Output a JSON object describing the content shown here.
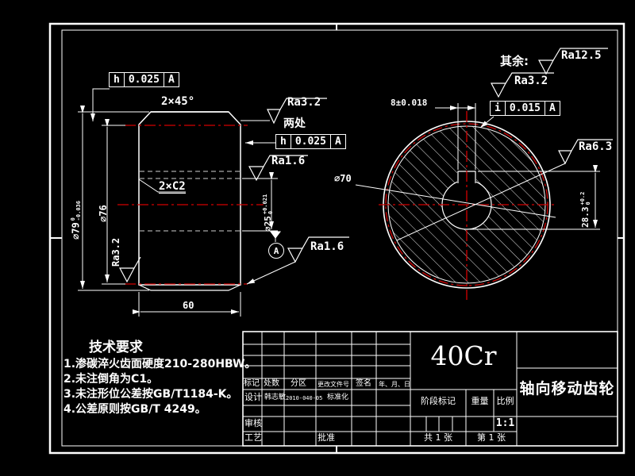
{
  "colors": {
    "background": "#000000",
    "line": "#ffffff",
    "centerline": "#d40000"
  },
  "left_view": {
    "frame1": {
      "sym": "h",
      "tol": "0.025",
      "datum": "A"
    },
    "chamfer": "2×45°",
    "ra32_top": "Ra3.2",
    "two_places": "两处",
    "frame2": {
      "sym": "h",
      "tol": "0.025",
      "datum": "A"
    },
    "ra16_upper": "Ra1.6",
    "chamfer2": "2×C2",
    "dia_outer": {
      "value": "∅79",
      "sup": "0",
      "sub": "-0.036"
    },
    "dia_pitch": "∅76",
    "ra32_side": "Ra3.2",
    "bore": {
      "value": "∅25",
      "sup": "+0.021",
      "sub": "0"
    },
    "datum_label": "A",
    "ra16_lower": "Ra1.6",
    "width": "60"
  },
  "right_view": {
    "rest": "其余:",
    "ra125": "Ra12.5",
    "ra32": "Ra3.2",
    "frame3": {
      "sym": "i",
      "tol": "0.015",
      "datum": "A"
    },
    "keyway_width": "8±0.018",
    "dia70": "∅70",
    "ra63": "Ra6.3",
    "keyway_depth": {
      "value": "28.3",
      "sup": "+0.2",
      "sub": "0"
    }
  },
  "tech_req": {
    "title": "技术要求",
    "items": [
      "1.渗碳淬火齿面硬度210-280HBW。",
      "2.未注倒角为C1。",
      "3.未注形位公差按GB/T1184-K。",
      "4.公差原则按GB/T 4249。"
    ]
  },
  "title_block": {
    "headers": {
      "mark": "标记",
      "count": "处数",
      "zone": "分区",
      "doc_no": "更改文件号",
      "sign": "签名",
      "date": "年、月、日"
    },
    "design_label": "设计",
    "designer": "韩志敏",
    "design_date": "2010-040-05",
    "standard_label": "标准化",
    "check_label": "审核",
    "process_label": "工艺",
    "approve_label": "批准",
    "material": "40Cr",
    "stage_label": "阶段标记",
    "weight_label": "重量",
    "scale_label": "比例",
    "scale_value": "1:1",
    "sheets_total": "共 1 张",
    "sheet_no": "第 1 张",
    "part_name": "轴向移动齿轮"
  }
}
